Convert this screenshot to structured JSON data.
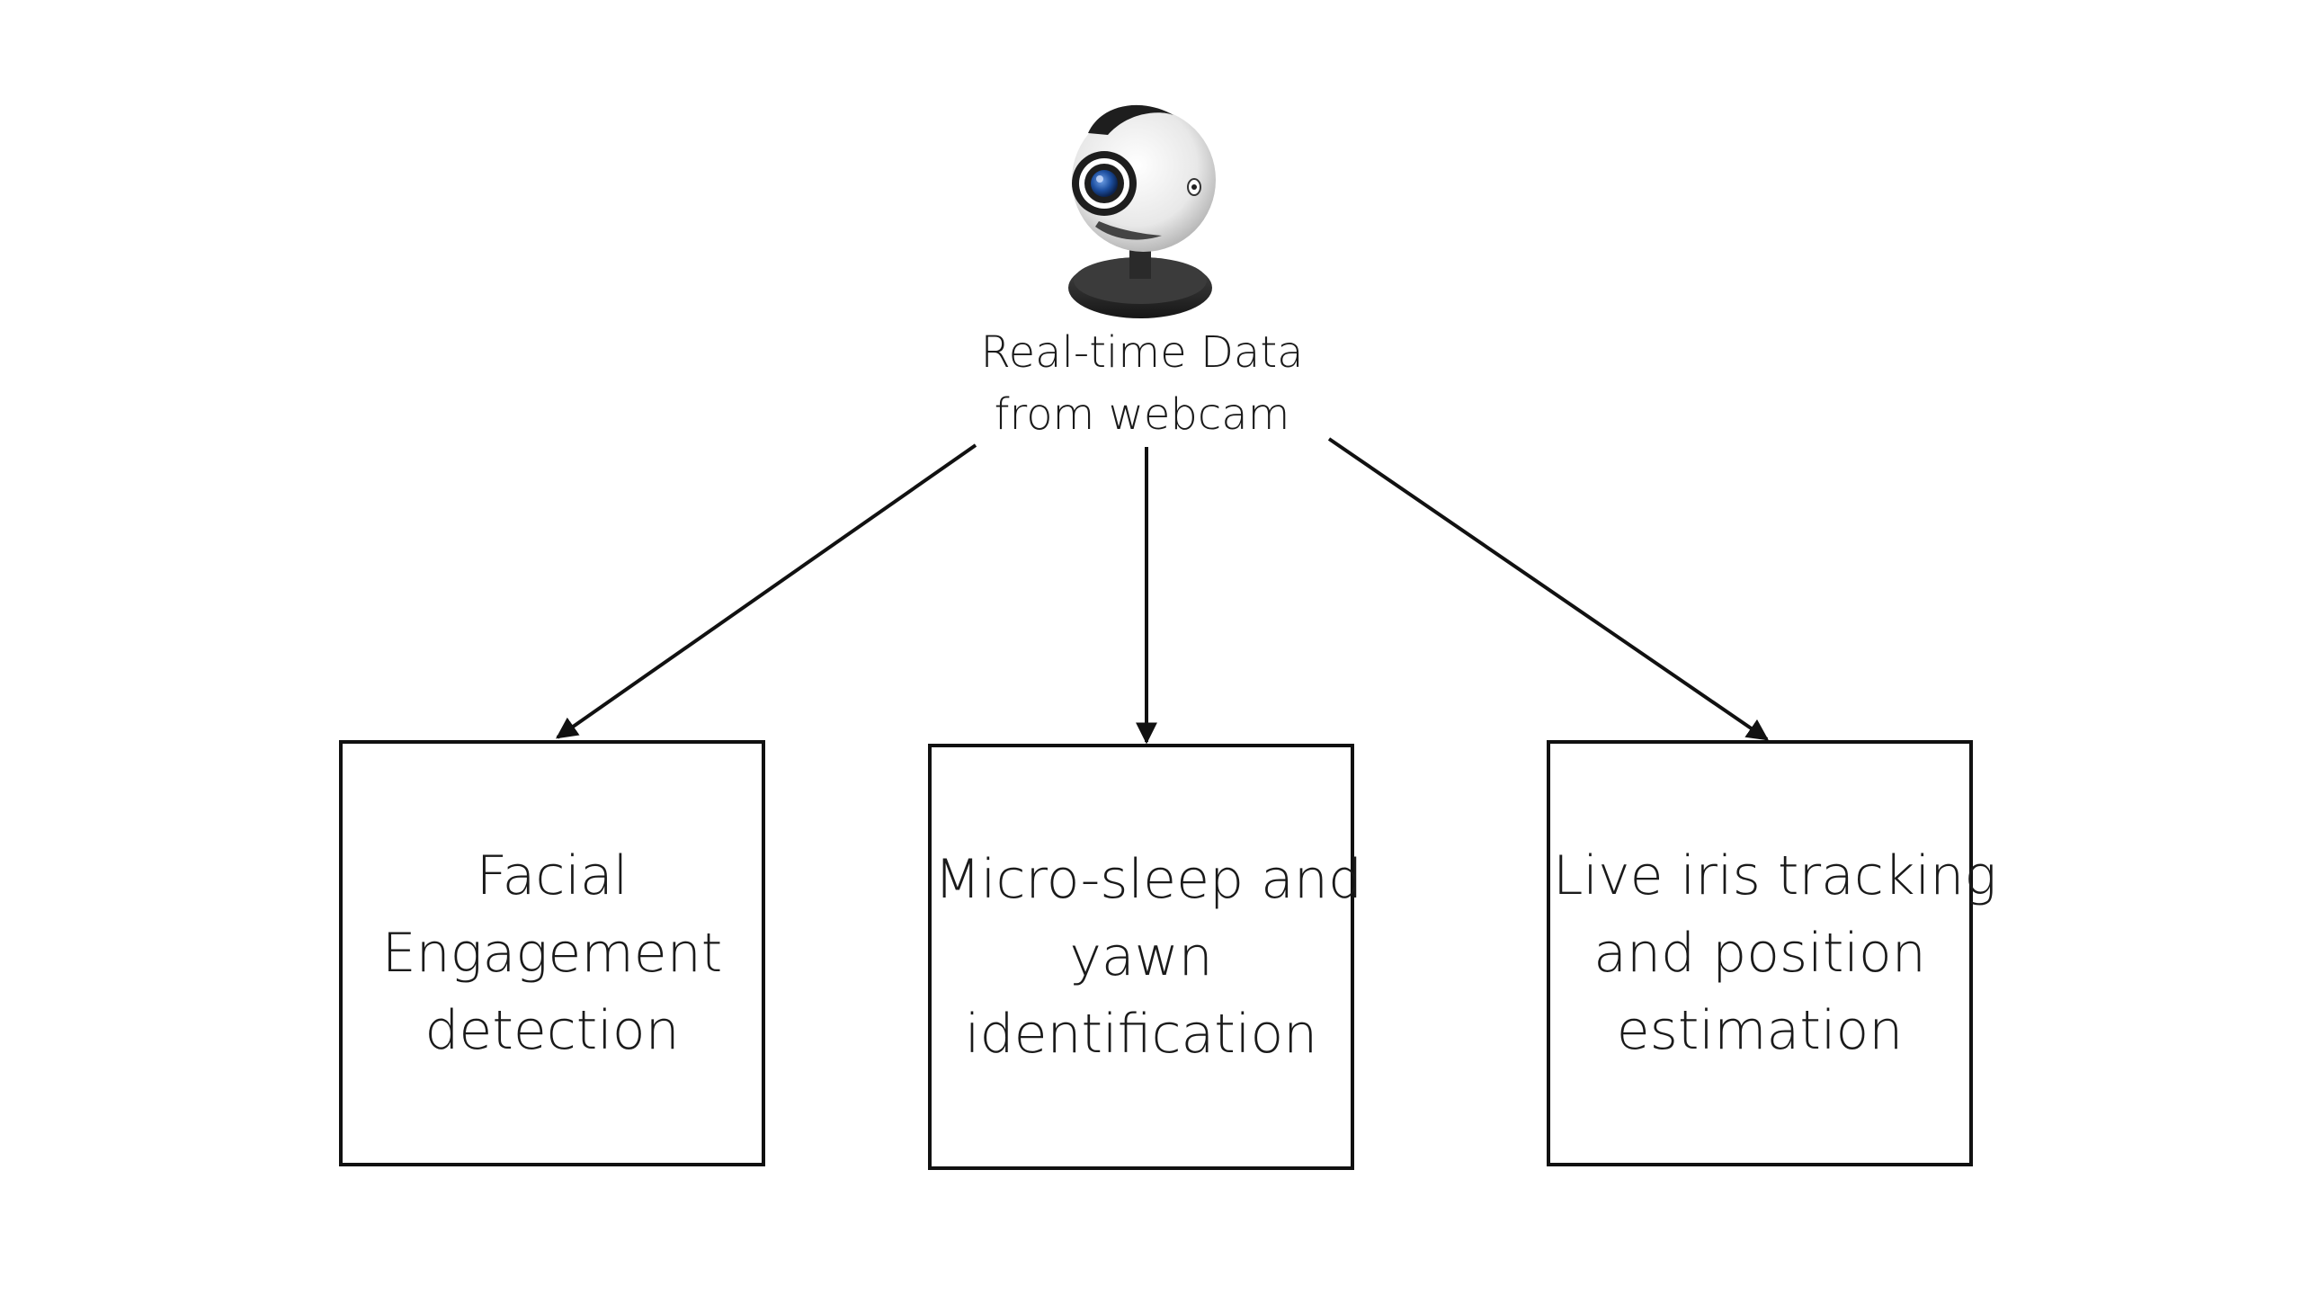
{
  "source": {
    "icon": "webcam-icon",
    "label_lines": [
      "Real-time Data",
      "from webcam"
    ]
  },
  "modules": [
    {
      "lines": [
        "Facial",
        "Engagement",
        "detection"
      ]
    },
    {
      "lines": [
        "Micro-sleep and",
        "yawn",
        "identification"
      ]
    },
    {
      "lines": [
        "Live iris tracking",
        "and position",
        "estimation"
      ]
    }
  ],
  "colors": {
    "line": "#111111",
    "webcam_body": "#e6e6e6",
    "webcam_dark": "#1e1e1e",
    "lens": "#1d4fa0"
  }
}
